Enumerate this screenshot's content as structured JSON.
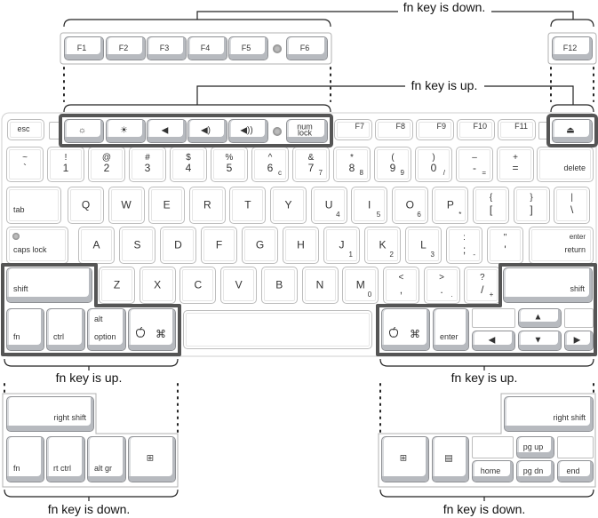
{
  "captions": {
    "top_down": "fn key is down.",
    "top_up": "fn key is up.",
    "bl_up": "fn key is up.",
    "br_up": "fn key is up.",
    "bl_down": "fn key is down.",
    "br_down": "fn key is down."
  },
  "colors": {
    "highlight_border": "#555555",
    "key_outline": "#bdbdbd",
    "key_shadow": "#b7babf"
  },
  "fn_down_top": {
    "keys": [
      {
        "label": "F1"
      },
      {
        "label": "F2"
      },
      {
        "label": "F3"
      },
      {
        "label": "F4"
      },
      {
        "label": "F5"
      },
      {
        "label": "F6"
      },
      {
        "label": "F12"
      }
    ],
    "icon": "logo-icon"
  },
  "row0": [
    {
      "label": "esc"
    },
    {
      "icon": "brightness-down-icon"
    },
    {
      "icon": "brightness-up-icon"
    },
    {
      "icon": "mute-icon"
    },
    {
      "icon": "volume-down-icon"
    },
    {
      "icon": "volume-up-icon"
    },
    {
      "t": "num",
      "b": "lock"
    },
    {
      "label": "F7"
    },
    {
      "label": "F8"
    },
    {
      "label": "F9"
    },
    {
      "label": "F10"
    },
    {
      "label": "F11"
    },
    {
      "icon": "eject-icon"
    }
  ],
  "row1": [
    {
      "t": "~",
      "b": "`"
    },
    {
      "t": "!",
      "b": "1"
    },
    {
      "t": "@",
      "b": "2"
    },
    {
      "t": "#",
      "b": "3"
    },
    {
      "t": "$",
      "b": "4"
    },
    {
      "t": "%",
      "b": "5"
    },
    {
      "t": "^",
      "b": "6",
      "s": "c"
    },
    {
      "t": "&",
      "b": "7",
      "s": "7"
    },
    {
      "t": "*",
      "b": "8",
      "s": "8"
    },
    {
      "t": "(",
      "b": "9",
      "s": "9"
    },
    {
      "t": ")",
      "b": "0",
      "s": "/"
    },
    {
      "t": "–",
      "b": "-",
      "s": "="
    },
    {
      "t": "+",
      "b": "="
    },
    {
      "label": "delete"
    }
  ],
  "row2": [
    {
      "label": "tab"
    },
    {
      "t": "Q"
    },
    {
      "t": "W"
    },
    {
      "t": "E"
    },
    {
      "t": "R"
    },
    {
      "t": "T"
    },
    {
      "t": "Y"
    },
    {
      "t": "U",
      "s": "4"
    },
    {
      "t": "I",
      "s": "5"
    },
    {
      "t": "O",
      "s": "6"
    },
    {
      "t": "P",
      "s": "*"
    },
    {
      "t": "{",
      "b": "["
    },
    {
      "t": "}",
      "b": "]"
    },
    {
      "t": "|",
      "b": "\\"
    }
  ],
  "row3": [
    {
      "label": "caps lock",
      "icon": "logo-icon"
    },
    {
      "t": "A"
    },
    {
      "t": "S"
    },
    {
      "t": "D"
    },
    {
      "t": "F"
    },
    {
      "t": "G"
    },
    {
      "t": "H"
    },
    {
      "t": "J",
      "s": "1"
    },
    {
      "t": "K",
      "s": "2"
    },
    {
      "t": "L",
      "s": "3"
    },
    {
      "t": ":",
      "b": ";",
      "s": "-"
    },
    {
      "t": "\"",
      "b": "'"
    },
    {
      "t": "enter",
      "b": "return"
    }
  ],
  "row4": [
    {
      "label": "shift"
    },
    {
      "t": "Z"
    },
    {
      "t": "X"
    },
    {
      "t": "C"
    },
    {
      "t": "V"
    },
    {
      "t": "B"
    },
    {
      "t": "N"
    },
    {
      "t": "M",
      "s": "0"
    },
    {
      "t": "<",
      "b": ","
    },
    {
      "t": ">",
      "b": ".",
      "s": "."
    },
    {
      "t": "?",
      "b": "/",
      "s": "+"
    },
    {
      "label": "shift"
    }
  ],
  "row5": [
    {
      "label": "fn"
    },
    {
      "label": "ctrl"
    },
    {
      "t": "alt",
      "b": "option"
    },
    {
      "icon": "apple-icon",
      "icon2": "command-icon"
    },
    {
      "label": ""
    },
    {
      "icon": "apple-icon",
      "icon2": "command-icon"
    },
    {
      "label": "enter"
    },
    {
      "label": ""
    },
    {
      "icon": "arrow-up-icon"
    },
    {
      "label": ""
    },
    {
      "icon": "arrow-left-icon"
    },
    {
      "icon": "arrow-down-icon"
    },
    {
      "icon": "arrow-right-icon"
    }
  ],
  "bottom_left_fn_down": [
    {
      "label": "right shift"
    },
    {
      "label": "fn"
    },
    {
      "label": "rt ctrl"
    },
    {
      "label": "alt gr"
    },
    {
      "icon": "windows-icon"
    }
  ],
  "bottom_right_fn_down": [
    {
      "label": "right shift"
    },
    {
      "icon": "windows-icon"
    },
    {
      "icon": "menu-icon"
    },
    {
      "label": ""
    },
    {
      "label": "pg up"
    },
    {
      "label": ""
    },
    {
      "label": "home"
    },
    {
      "label": "pg dn"
    },
    {
      "label": "end"
    }
  ]
}
